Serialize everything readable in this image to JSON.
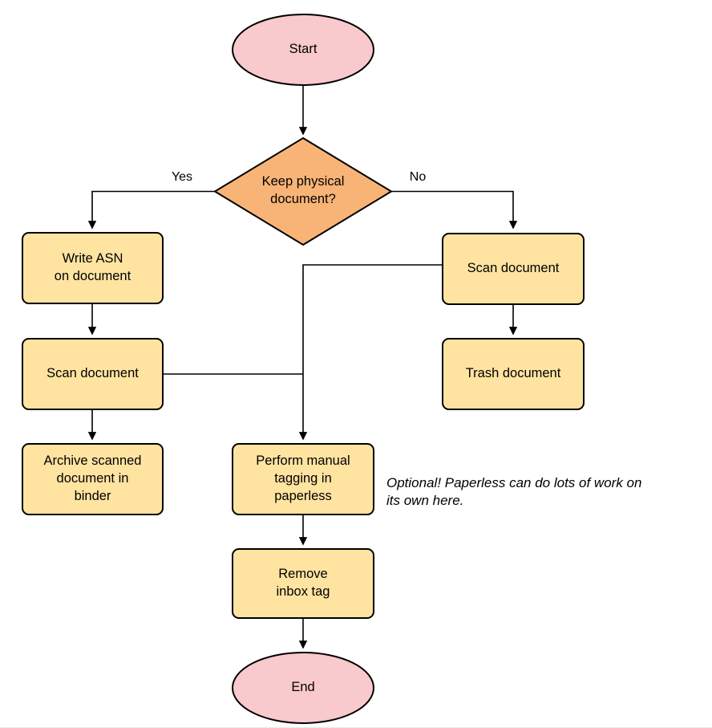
{
  "colors": {
    "terminal_fill": "#f8c9cd",
    "decision_fill": "#f8b476",
    "process_fill": "#ffe3a1",
    "stroke": "#000000"
  },
  "nodes": {
    "start": {
      "label": "Start"
    },
    "decision": {
      "label": "Keep physical\ndocument?"
    },
    "write_asn": {
      "label": "Write ASN\non document"
    },
    "scan_left": {
      "label": "Scan document"
    },
    "archive": {
      "label": "Archive scanned\ndocument in\nbinder"
    },
    "scan_right": {
      "label": "Scan document"
    },
    "trash": {
      "label": "Trash document"
    },
    "tagging": {
      "label": "Perform manual\ntagging in\npaperless"
    },
    "remove_inbox": {
      "label": "Remove\ninbox tag"
    },
    "end": {
      "label": "End"
    }
  },
  "edge_labels": {
    "yes": "Yes",
    "no": "No"
  },
  "annotation": {
    "text": "Optional! Paperless can do lots of work on\nits own here."
  }
}
